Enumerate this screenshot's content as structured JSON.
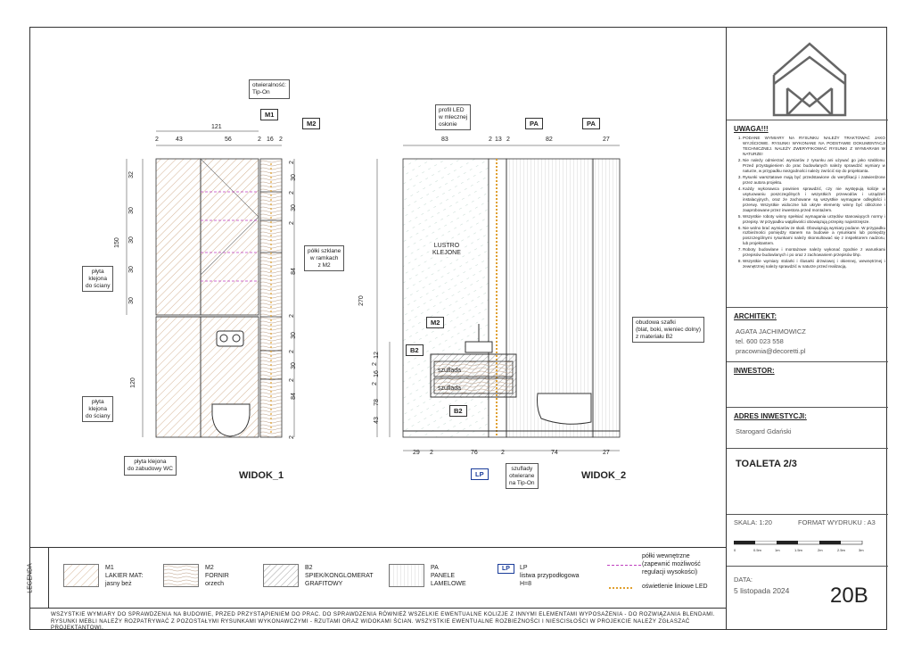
{
  "views": {
    "view1": {
      "title": "WIDOK_1",
      "top_dims": [
        "121",
        "2",
        "43",
        "56",
        "2",
        "16",
        "2"
      ],
      "left_dims": [
        "32",
        "30",
        "30",
        "150",
        "30",
        "30",
        "120"
      ],
      "right_dims": [
        "2",
        "30",
        "2",
        "30",
        "2",
        "84",
        "2",
        "30",
        "2",
        "30",
        "2",
        "84",
        "2"
      ],
      "callouts": {
        "tip_on": "otwieralność:\nTip-On",
        "plate1": "płyta\nklejona\ndo ściany",
        "plate2": "płyta\nklejona\ndo ściany",
        "plate_wc": "płyta klejona\ndo zabudowy WC",
        "shelves": "półki szklane\nw ramkach\nz M2"
      },
      "tags": [
        "M1",
        "M2"
      ]
    },
    "view2": {
      "title": "WIDOK_2",
      "top_dims": [
        "83",
        "2",
        "13",
        "2",
        "82",
        "27"
      ],
      "bottom_dims": [
        "29",
        "2",
        "76",
        "2",
        "74",
        "27"
      ],
      "left_dims": [
        "270",
        "12",
        "2",
        "16",
        "2",
        "78",
        "43"
      ],
      "mirror_label": "LUSTRO\nKLEJONE",
      "drawer1": "szuflada",
      "drawer2": "szuflada",
      "callouts": {
        "led": "profil LED\nw mlecznej\nosłonie",
        "cabinet": "obudowa szafki\n(blat, boki, wieniec dolny)\nz materiału B2",
        "drawers": "szuflady\notwierane\nna Tip-On"
      },
      "tags": [
        "PA",
        "PA",
        "M2",
        "B2",
        "B2",
        "LP"
      ]
    }
  },
  "legend": {
    "side_label": "LEGENDA",
    "items": [
      {
        "code": "M1",
        "desc": "LAKIER MAT:\njasny beż"
      },
      {
        "code": "M2",
        "desc": "FORNIR\norzech"
      },
      {
        "code": "B2",
        "desc": "SPIEK/KONGLOMERAT\nGRAFITOWY"
      },
      {
        "code": "PA",
        "desc": "PANELE\nLAMELOWE"
      },
      {
        "code": "LP",
        "desc": "listwa przypodłogowa\nH=8"
      }
    ],
    "shelves_note": "półki wewnętrzne\n(zapewnić możliwość\nregulacji wysokości)",
    "led_note": "oświetlenie liniowe LED"
  },
  "bottom_note": "WSZYSTKIE WYMIARY DO SPRAWDZENIA NA BUDOWIE, PRZED PRZYSTĄPIENIEM DO PRAC. DO SPRAWDZENIA RÓWNIEŻ WSZELKIE EWENTUALNE KOLIZJE Z INNYMI ELEMENTAMI WYPOSAŻENIA - DO ROZWIĄZANIA BLENDAMI. RYSUNKI MEBLI NALEŻY ROZPATRYWAĆ Z POZOSTAŁYMI RYSUNKAMI WYKONAWCZYMI - RZUTAMI ORAZ WIDOKAMI ŚCIAN. WSZYSTKIE EWENTUALNE ROZBIEŻNOŚCI I NIESCISŁOŚCI W PROJEKCIE NALEŻY ZGŁASZAĆ PROJEKTANTOWI.",
  "title_block": {
    "warning_title": "UWAGA!!!",
    "notes": [
      "PODANE WYMIARY NA RYSUNKU NALEŻY TRAKTOWAĆ JAKO WYJŚCIOWE. RYSUNKI WYKONANE NA PODSTAWIE DOKUMENTACJI TECHNICZNEJ. NALEŻY ZWERYFIKOWAĆ RYSUNKI Z WYMIARAMI W NATURZE!",
      "Nie należy odmierzać wymiarów z rysunku ani używać go jako szablonu. Przed przystąpieniem do prac budowlanych należy sprawdzić wymiary w naturze, w przypadku niezgodności należy zwrócić się do projektanta.",
      "Rysunki warsztatowe mają być przedstawione do weryfikacji i zatwierdzone przez autora projektu.",
      "Każdy wykonawca powinien sprawdzić, czy nie występują kolizje w usytuowaniu poszczególnych i wszystkich przewodów i urządzeń instalacyjnych, oraz że zachowane są wszystkie wymagane odległości i przerwy. Wszystkie widoczne lub ukryte elementy winny być oblożone i zaaprobowane przez inwestora przed montażem.",
      "Wszystkie roboty winny spełniać wymagania urzędów stanowiących normy i przepisy. W przypadku wątpliwości obowiązują przepisy najostrzejsze.",
      "Nie wolno brać wymiarów ze skali. Obowiązują wymiary podane. W przypadku rozbieżności pomiędzy stanem na budowie a rysunkami lub pomiędzy poszczególnymi rysunkami należy skonsultować się z inspektorem nadzoru, lub projektantem.",
      "Roboty budowlane i montażowe należy wykonać zgodnie z warunkami przepisów budowlanych i po oraz z zachowaniem przepisów bhp.",
      "Wszystkie wymiary stolarki i ślusarki drzwiowej i okiennej, wewnętrznej i zewnętrznej należy sprawdzić w naturze przed realizacją."
    ],
    "architect_label": "ARCHITEKT:",
    "architect_name": "AGATA JACHIMOWICZ",
    "architect_phone": "tel. 600 023 558",
    "architect_email": "pracownia@decoretti.pl",
    "investor_label": "INWESTOR:",
    "address_label": "ADRES INWESTYCJI:",
    "address": "Starogard Gdański",
    "sheet_title": "TOALETA 2/3",
    "scale": "SKALA: 1:20",
    "print_format": "FORMAT WYDRUKU : A3",
    "scale_ticks": [
      "0",
      "0.5m",
      "1m",
      "1.5m",
      "2m",
      "2.5m",
      "3m"
    ],
    "date_label": "DATA:",
    "date": "5 listopada 2024",
    "sheet_number": "20B"
  }
}
